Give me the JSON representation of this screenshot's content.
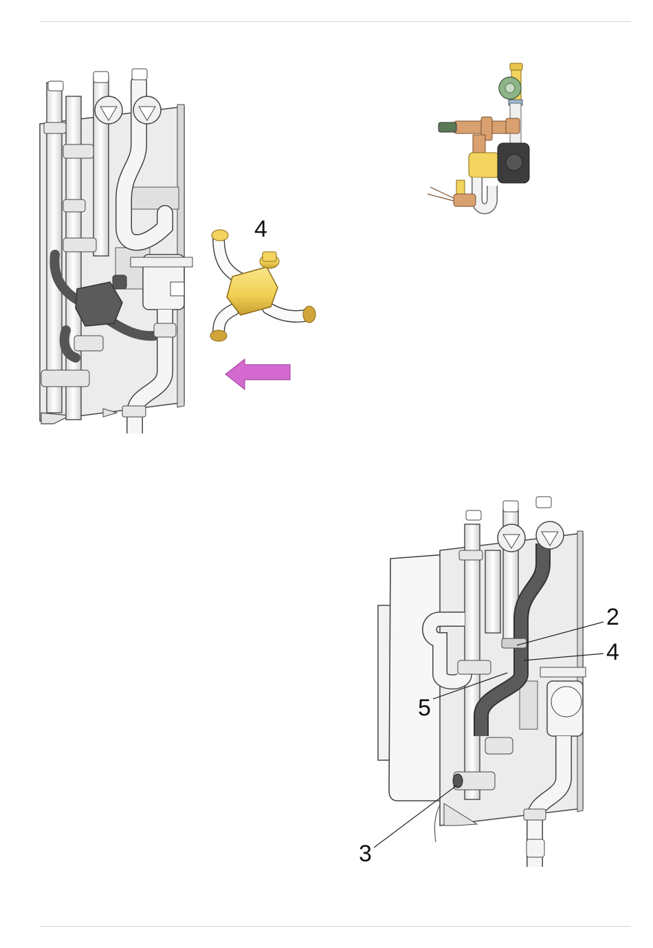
{
  "callouts": {
    "part_top": "4",
    "label_2": "2",
    "label_4": "4",
    "label_5": "5",
    "label_3": "3"
  },
  "colors": {
    "arrow": "#d46ad0",
    "brass": "#f0d35a",
    "brass_dark": "#b68f2a",
    "panel": "#eeeeee",
    "pipe": "#f4f4f4",
    "dark_pipe": "#5a5a5a",
    "copper": "#d9a070",
    "pump": "#3c3c3c",
    "green": "#8eb58a"
  },
  "icons": [
    "insert-direction-arrow-icon"
  ]
}
